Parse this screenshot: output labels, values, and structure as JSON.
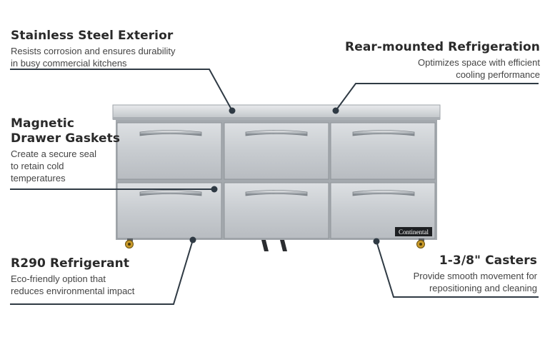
{
  "features": {
    "stainless": {
      "title": "Stainless Steel Exterior",
      "line1": "Resists corrosion and ensures durability",
      "line2": "in busy commercial kitchens"
    },
    "rear": {
      "title": "Rear-mounted Refrigeration",
      "line1": "Optimizes space with efficient",
      "line2": "cooling performance"
    },
    "gaskets": {
      "title1": "Magnetic",
      "title2": "Drawer Gaskets",
      "line1": "Create a secure seal",
      "line2": "to retain cold",
      "line3": "temperatures"
    },
    "refrigerant": {
      "title": "R290 Refrigerant",
      "line1": "Eco-friendly option that",
      "line2": "reduces environmental impact"
    },
    "casters": {
      "title": "1-3/8\" Casters",
      "line1": "Provide smooth movement for",
      "line2": "repositioning and cleaning"
    }
  },
  "product": {
    "brand": "Continental"
  },
  "colors": {
    "heading": "#2a2a2a",
    "leader": "#2f3a44",
    "steel": "#c9cdd2"
  }
}
